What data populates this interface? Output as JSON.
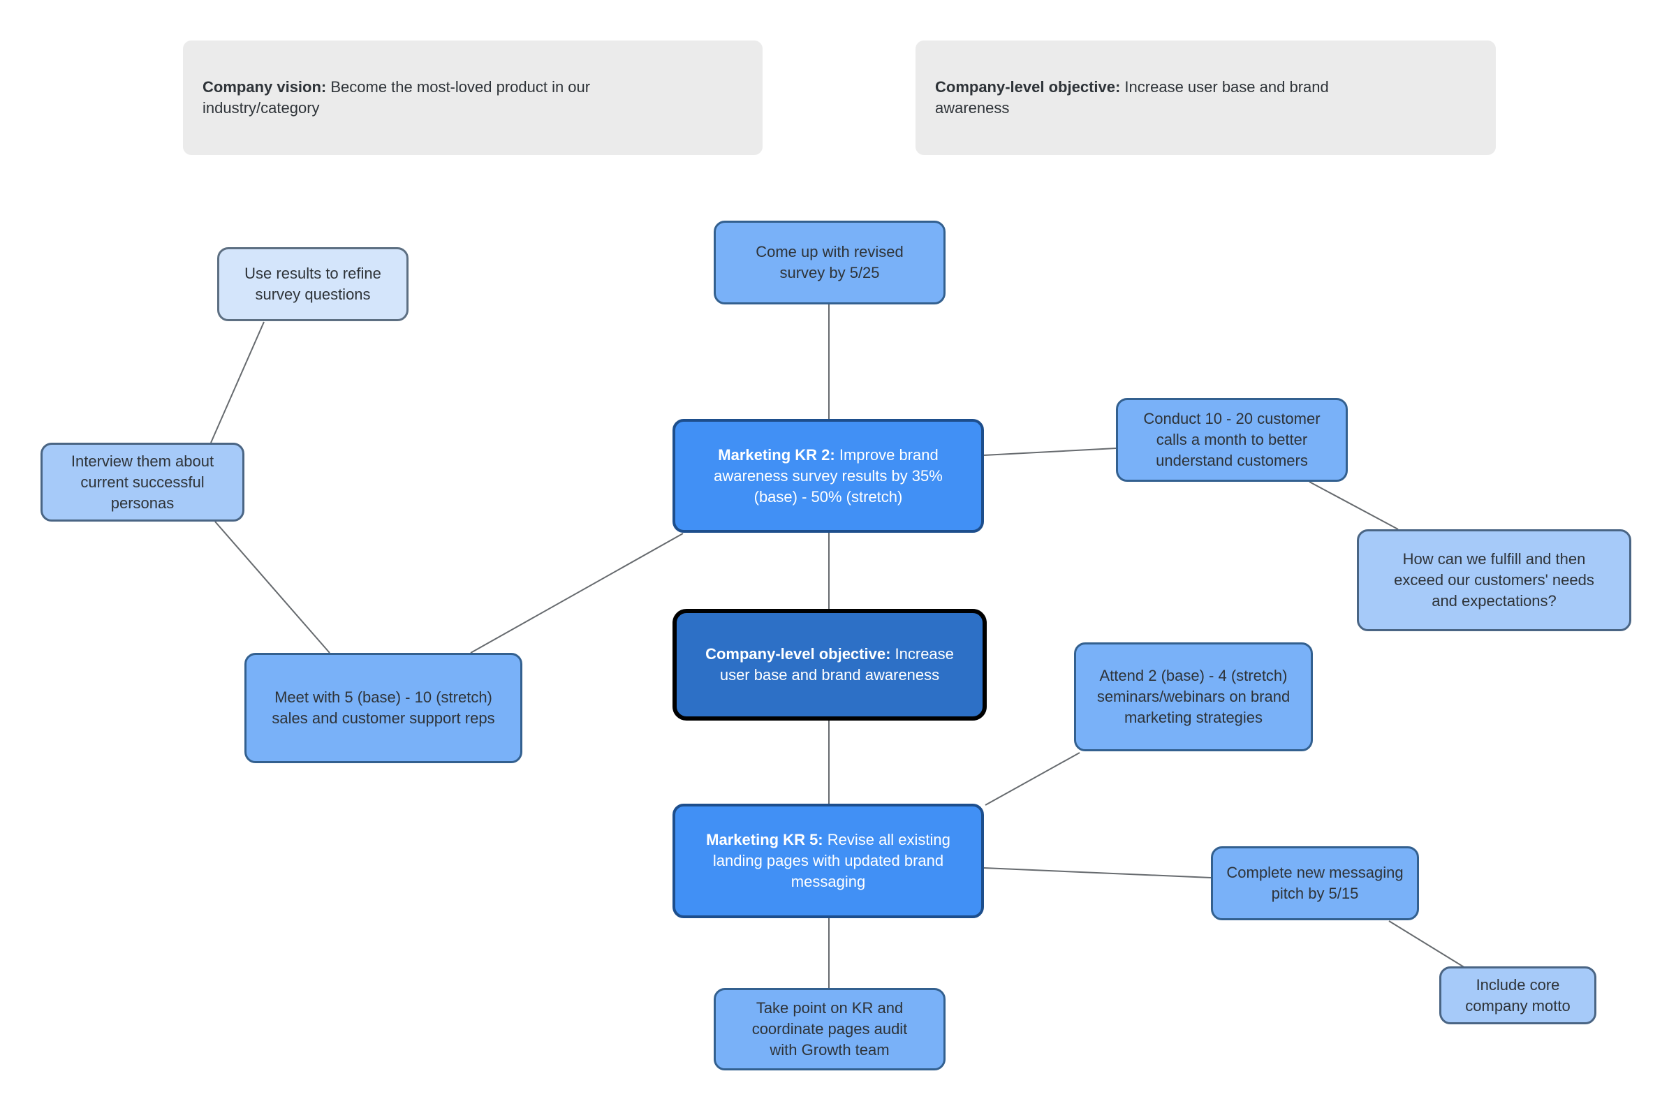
{
  "cards": {
    "vision": {
      "bold": "Company vision:",
      "rest": " Become the most-loved product in our industry/category"
    },
    "objective": {
      "bold": "Company-level objective:",
      "rest": " Increase user base and brand awareness"
    }
  },
  "nodes": {
    "come_up": {
      "text": "Come up with revised survey by 5/25"
    },
    "kr2": {
      "bold": "Marketing KR 2:",
      "rest": " Improve brand awareness survey results by 35% (base) - 50% (stretch)"
    },
    "objective": {
      "bold": "Company-level objective:",
      "rest": " Increase user base and brand awareness"
    },
    "kr5": {
      "bold": "Marketing KR 5:",
      "rest": " Revise all existing landing pages with updated brand messaging"
    },
    "take_point": {
      "text": "Take point on KR and coordinate pages audit with Growth team"
    },
    "use_results": {
      "text": "Use results to refine survey questions"
    },
    "interview": {
      "text": "Interview them about current successful personas"
    },
    "meet_reps": {
      "text": "Meet with 5 (base) - 10 (stretch) sales and customer support reps"
    },
    "conduct_calls": {
      "text": "Conduct 10 - 20 customer calls a month to better understand customers"
    },
    "fulfill_exceed": {
      "text": "How can we fulfill and then exceed our customers' needs and expectations?"
    },
    "attend_seminars": {
      "text": "Attend 2 (base) - 4 (stretch) seminars/webinars on brand marketing strategies"
    },
    "complete_pitch": {
      "text": "Complete new messaging pitch by 5/15"
    },
    "include_motto": {
      "text": "Include core company motto"
    }
  },
  "edges": [
    {
      "from": "come_up",
      "to": "kr2"
    },
    {
      "from": "kr2",
      "to": "objective"
    },
    {
      "from": "objective",
      "to": "kr5"
    },
    {
      "from": "kr5",
      "to": "take_point"
    },
    {
      "from": "kr2",
      "to": "conduct_calls"
    },
    {
      "from": "conduct_calls",
      "to": "fulfill_exceed"
    },
    {
      "from": "kr2",
      "to": "meet_reps"
    },
    {
      "from": "interview",
      "to": "meet_reps"
    },
    {
      "from": "use_results",
      "to": "interview"
    },
    {
      "from": "kr5",
      "to": "attend_seminars"
    },
    {
      "from": "kr5",
      "to": "complete_pitch"
    },
    {
      "from": "complete_pitch",
      "to": "include_motto"
    }
  ],
  "colors": {
    "background": "#ffffff",
    "card_fill": "#ebebeb",
    "node_light_fill": "#d4e5fb",
    "node_light_border": "#5d6f82",
    "node_lightmedium_fill": "#a6caf9",
    "node_lightmedium_border": "#4a6584",
    "node_medium_fill": "#79b1f8",
    "node_medium_border": "#33608f",
    "node_kr_fill": "#4190f5",
    "node_kr_border": "#1d4e8c",
    "node_objective_fill": "#2d70c6",
    "node_objective_border": "#000000",
    "edge_stroke": "#666a6e",
    "text_dark": "#2e3338",
    "text_light": "#ffffff"
  }
}
